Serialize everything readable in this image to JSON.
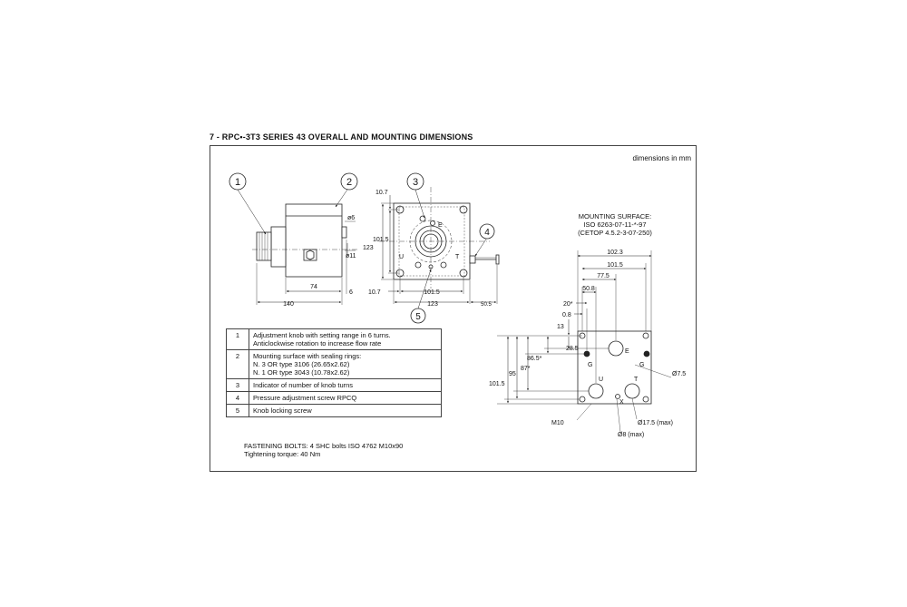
{
  "header": {
    "title": "7 - RPC•-3T3 SERIES 43 OVERALL AND MOUNTING DIMENSIONS"
  },
  "units": "dimensions in mm",
  "callouts": [
    "1",
    "2",
    "3",
    "4",
    "5"
  ],
  "side_view": {
    "dims": {
      "d6": "ø6",
      "d11": "ø11",
      "w74": "74",
      "w6": "6",
      "w140": "140"
    }
  },
  "front_view": {
    "ports": {
      "e": "E",
      "u": "U",
      "t": "T"
    },
    "dims": {
      "h10_7": "10.7",
      "h101_5": "101.5",
      "h123": "123",
      "w10_7": "10.7",
      "w101_5": "101.5",
      "w123": "123",
      "w50_5": "50.5"
    }
  },
  "mounting": {
    "title_lines": [
      "MOUNTING SURFACE:",
      "ISO 6263-07-11-*-97",
      "(CETOP 4.5.2-3-07-250)"
    ],
    "ports": {
      "e": "E",
      "g_left": "G",
      "g_right": "G",
      "u": "U",
      "t": "T",
      "x": "X"
    },
    "dims_h": {
      "d102_3": "102.3",
      "d101_5": "101.5",
      "d77_5": "77.5",
      "d50_8": "50.8",
      "d20": "20*",
      "d0_8": "0.8"
    },
    "dims_v": {
      "d13": "13",
      "d28_5": "28.5",
      "d86_5": "86.5*",
      "d87": "87*",
      "d95": "95",
      "d101_5": "101.5"
    },
    "notes": {
      "d7_5": "Ø7.5",
      "m10": "M10",
      "d17_5": "Ø17.5 (max)",
      "d8": "Ø8 (max)"
    }
  },
  "legend": [
    {
      "num": "1",
      "lines": [
        "Adjustment knob with setting range in 6 turns.",
        "Anticlockwise rotation to increase flow rate"
      ]
    },
    {
      "num": "2",
      "lines": [
        "Mounting surface with sealing rings:",
        "N. 3 OR type 3106 (26.65x2.62)",
        "N. 1 OR type 3043 (10.78x2.62)"
      ]
    },
    {
      "num": "3",
      "lines": [
        "Indicator of number of knob turns"
      ]
    },
    {
      "num": "4",
      "lines": [
        "Pressure adjustment screw RPCQ"
      ]
    },
    {
      "num": "5",
      "lines": [
        "Knob locking screw"
      ]
    }
  ],
  "fastening": [
    "FASTENING BOLTS: 4 SHC bolts ISO 4762 M10x90",
    "Tightening torque: 40 Nm"
  ]
}
